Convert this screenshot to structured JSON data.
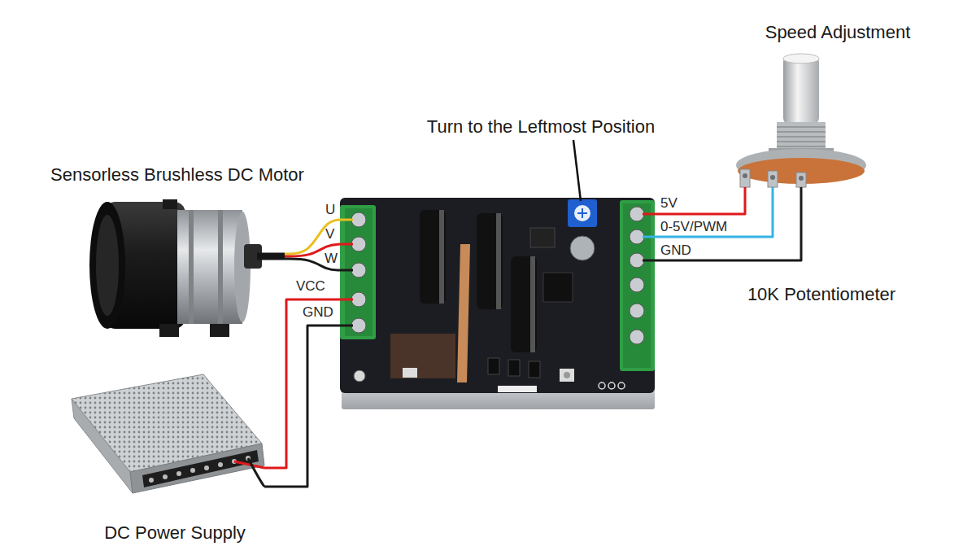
{
  "diagram": {
    "nodes": [
      {
        "text": [
          "Speed Adjustment",
          "10K Potentiometer"
        ]
      },
      {
        "text": [
          "Turn to the Leftmost Position"
        ]
      },
      {
        "text": [
          "Sensorless Brushless DC Motor"
        ]
      },
      {
        "text": [
          "DC Power Supply"
        ]
      }
    ],
    "edges": [
      {
        "from": 2,
        "to": 1,
        "label": "U",
        "arrow": "none"
      },
      {
        "from": 2,
        "to": 1,
        "label": "V",
        "arrow": "none"
      },
      {
        "from": 2,
        "to": 1,
        "label": "W",
        "arrow": "none"
      },
      {
        "from": 3,
        "to": 1,
        "label": "VCC",
        "arrow": "none"
      },
      {
        "from": 3,
        "to": 1,
        "label": "GND",
        "arrow": "none"
      },
      {
        "from": 1,
        "to": 0,
        "label": "5V",
        "arrow": "none"
      },
      {
        "from": 1,
        "to": 0,
        "label": "0-5V/PWM",
        "arrow": "none"
      },
      {
        "from": 1,
        "to": 0,
        "label": "GND",
        "arrow": "none"
      }
    ]
  }
}
